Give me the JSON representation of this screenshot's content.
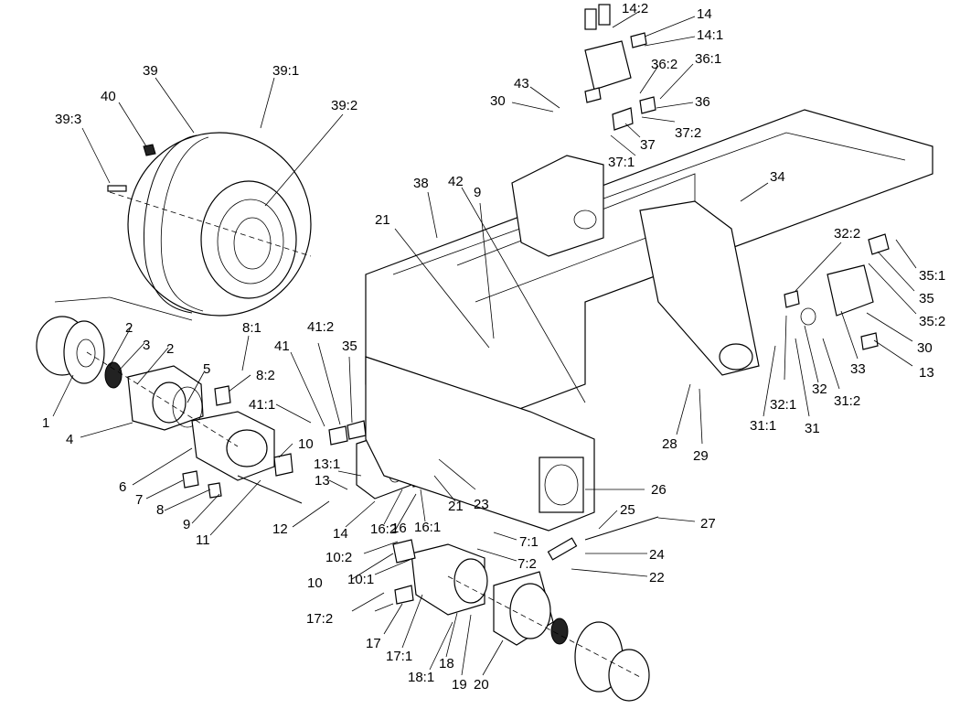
{
  "callouts": [
    {
      "id": "l-14-2",
      "text": "14:2"
    },
    {
      "id": "l-14",
      "text": "14"
    },
    {
      "id": "l-14-1",
      "text": "14:1"
    },
    {
      "id": "l-36-2",
      "text": "36:2"
    },
    {
      "id": "l-36-1",
      "text": "36:1"
    },
    {
      "id": "l-39",
      "text": "39"
    },
    {
      "id": "l-39-1",
      "text": "39:1"
    },
    {
      "id": "l-40",
      "text": "40"
    },
    {
      "id": "l-39-3",
      "text": "39:3"
    },
    {
      "id": "l-39-2",
      "text": "39:2"
    },
    {
      "id": "l-43",
      "text": "43"
    },
    {
      "id": "l-30a",
      "text": "30"
    },
    {
      "id": "l-36",
      "text": "36"
    },
    {
      "id": "l-37-2",
      "text": "37:2"
    },
    {
      "id": "l-37",
      "text": "37"
    },
    {
      "id": "l-37-1",
      "text": "37:1"
    },
    {
      "id": "l-34",
      "text": "34"
    },
    {
      "id": "l-38",
      "text": "38"
    },
    {
      "id": "l-9a",
      "text": "9"
    },
    {
      "id": "l-42",
      "text": "42"
    },
    {
      "id": "l-21a",
      "text": "21"
    },
    {
      "id": "l-32-2",
      "text": "32:2"
    },
    {
      "id": "l-35-1",
      "text": "35:1"
    },
    {
      "id": "l-35a",
      "text": "35"
    },
    {
      "id": "l-35-2",
      "text": "35:2"
    },
    {
      "id": "l-30b",
      "text": "30"
    },
    {
      "id": "l-13a",
      "text": "13"
    },
    {
      "id": "l-33",
      "text": "33"
    },
    {
      "id": "l-8-1",
      "text": "8:1"
    },
    {
      "id": "l-41-2",
      "text": "41:2"
    },
    {
      "id": "l-41",
      "text": "41"
    },
    {
      "id": "l-35b",
      "text": "35"
    },
    {
      "id": "l-8-2",
      "text": "8:2"
    },
    {
      "id": "l-2a",
      "text": "2"
    },
    {
      "id": "l-3",
      "text": "3"
    },
    {
      "id": "l-2b",
      "text": "2"
    },
    {
      "id": "l-5",
      "text": "5"
    },
    {
      "id": "l-41-1",
      "text": "41:1"
    },
    {
      "id": "l-1",
      "text": "1"
    },
    {
      "id": "l-4",
      "text": "4"
    },
    {
      "id": "l-10a",
      "text": "10"
    },
    {
      "id": "l-13-1",
      "text": "13:1"
    },
    {
      "id": "l-13b",
      "text": "13"
    },
    {
      "id": "l-6",
      "text": "6"
    },
    {
      "id": "l-7",
      "text": "7"
    },
    {
      "id": "l-8",
      "text": "8"
    },
    {
      "id": "l-9b",
      "text": "9"
    },
    {
      "id": "l-11",
      "text": "11"
    },
    {
      "id": "l-12",
      "text": "12"
    },
    {
      "id": "l-14b",
      "text": "14"
    },
    {
      "id": "l-16-2",
      "text": "16:2"
    },
    {
      "id": "l-16",
      "text": "16"
    },
    {
      "id": "l-16-1",
      "text": "16:1"
    },
    {
      "id": "l-21b",
      "text": "21"
    },
    {
      "id": "l-23",
      "text": "23"
    },
    {
      "id": "l-26",
      "text": "26"
    },
    {
      "id": "l-25",
      "text": "25"
    },
    {
      "id": "l-27",
      "text": "27"
    },
    {
      "id": "l-7-1",
      "text": "7:1"
    },
    {
      "id": "l-10-2",
      "text": "10:2"
    },
    {
      "id": "l-7-2",
      "text": "7:2"
    },
    {
      "id": "l-24",
      "text": "24"
    },
    {
      "id": "l-10b",
      "text": "10"
    },
    {
      "id": "l-10-1",
      "text": "10:1"
    },
    {
      "id": "l-22",
      "text": "22"
    },
    {
      "id": "l-17-2",
      "text": "17:2"
    },
    {
      "id": "l-17",
      "text": "17"
    },
    {
      "id": "l-17-1",
      "text": "17:1"
    },
    {
      "id": "l-18",
      "text": "18"
    },
    {
      "id": "l-18-1",
      "text": "18:1"
    },
    {
      "id": "l-19",
      "text": "19"
    },
    {
      "id": "l-20",
      "text": "20"
    },
    {
      "id": "l-28",
      "text": "28"
    },
    {
      "id": "l-29",
      "text": "29"
    },
    {
      "id": "l-31-1",
      "text": "31:1"
    },
    {
      "id": "l-32-1",
      "text": "32:1"
    },
    {
      "id": "l-31",
      "text": "31"
    },
    {
      "id": "l-32",
      "text": "32"
    },
    {
      "id": "l-31-2",
      "text": "31:2"
    }
  ]
}
